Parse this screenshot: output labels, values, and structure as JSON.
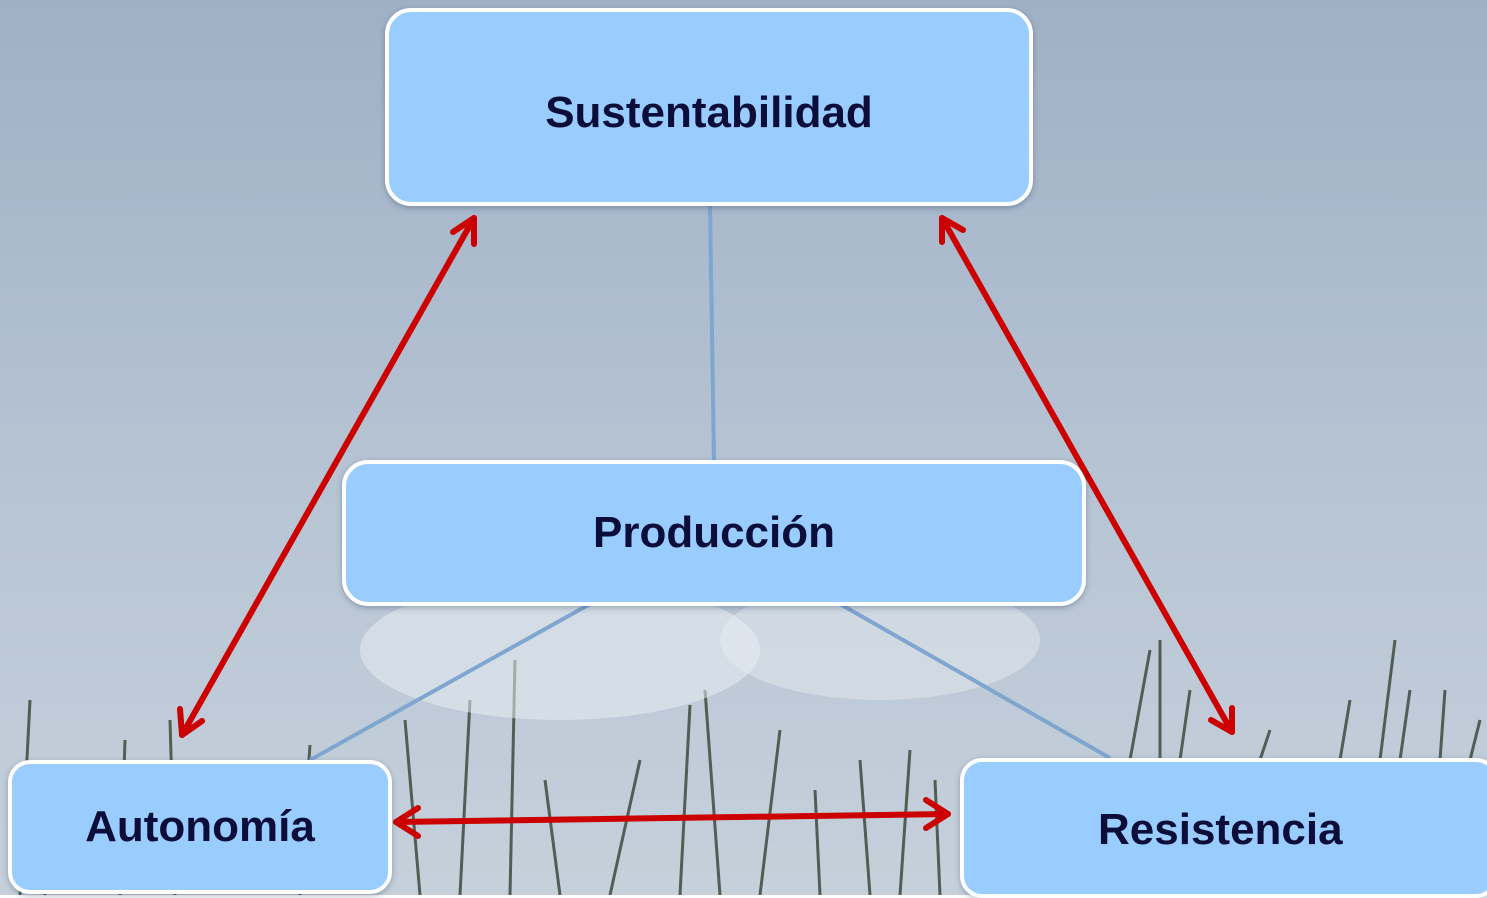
{
  "diagram": {
    "nodes": {
      "sustentabilidad": "Sustentabilidad",
      "produccion": "Producción",
      "autonomia": "Autonomía",
      "resistencia": "Resistencia"
    },
    "colors": {
      "node_fill": "#99ccff",
      "node_border": "#ffffff",
      "node_text": "#0d0d3a",
      "arrow": "#cc0000",
      "connector": "#7fa6cf"
    }
  }
}
